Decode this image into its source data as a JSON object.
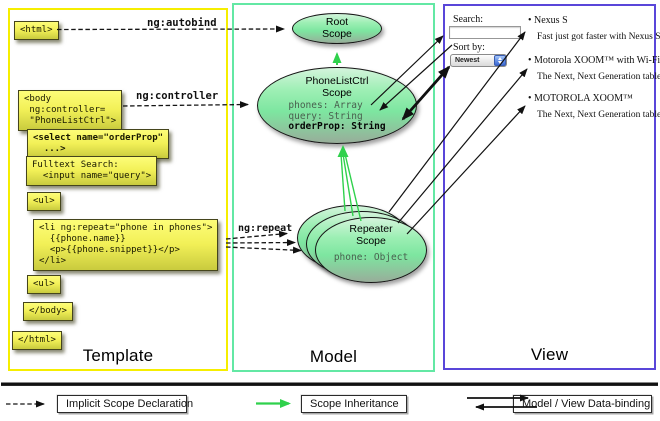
{
  "columns": {
    "template": {
      "label": "Template"
    },
    "model": {
      "label": "Model"
    },
    "view": {
      "label": "View"
    }
  },
  "template_code": {
    "html_open": "<html>",
    "body_open": "<body\n ng:controller=\n \"PhoneListCtrl\">",
    "select_tag": "<select name=\"orderProp\"\n  ...>",
    "fulltext": "Fulltext Search:\n  <input name=\"query\">",
    "ul_open": "<ul>",
    "li_repeat": "<li ng:repeat=\"phone in phones\">\n  {{phone.name}}\n  <p>{{phone.snippet}}</p>\n</li>",
    "ul_close": "<ul>",
    "body_close": "</body>",
    "html_close": "</html>"
  },
  "directives": {
    "autobind": "ng:autobind",
    "controller": "ng:controller",
    "repeat": "ng:repeat"
  },
  "model_scopes": {
    "root": {
      "title": "Root\nScope"
    },
    "phone_list_ctrl": {
      "title": "PhoneListCtrl\nScope",
      "prop1": "phones: Array",
      "prop2": "query: String",
      "prop3": "orderProp: String"
    },
    "repeater": {
      "title": "Repeater\nScope",
      "prop": "phone: Object"
    }
  },
  "view_panel": {
    "search_label": "Search:",
    "search_value": "",
    "sort_label": "Sort by:",
    "sort_selected": "Newest",
    "phones": [
      {
        "name": "Nexus S",
        "snippet": "Fast just got faster with Nexus S."
      },
      {
        "name": "Motorola XOOM™ with Wi-Fi",
        "snippet": "The Next, Next Generation tablet."
      },
      {
        "name": "MOTOROLA XOOM™",
        "snippet": "The Next, Next Generation tablet."
      }
    ]
  },
  "legend": {
    "implicit": "Implicit Scope Declaration",
    "inheritance": "Scope Inheritance",
    "databinding": "Model / View Data-binding"
  },
  "colors": {
    "template_border": "#f6ee00",
    "model_border": "#63e8a4",
    "view_border": "#5946d9",
    "scope_fill_top": "#d4f4dc",
    "scope_fill_bottom": "#98ad9a",
    "code_box_fill": "#f2f057",
    "inheritance_arrow": "#2fd14c",
    "arrow_black": "#111111"
  }
}
